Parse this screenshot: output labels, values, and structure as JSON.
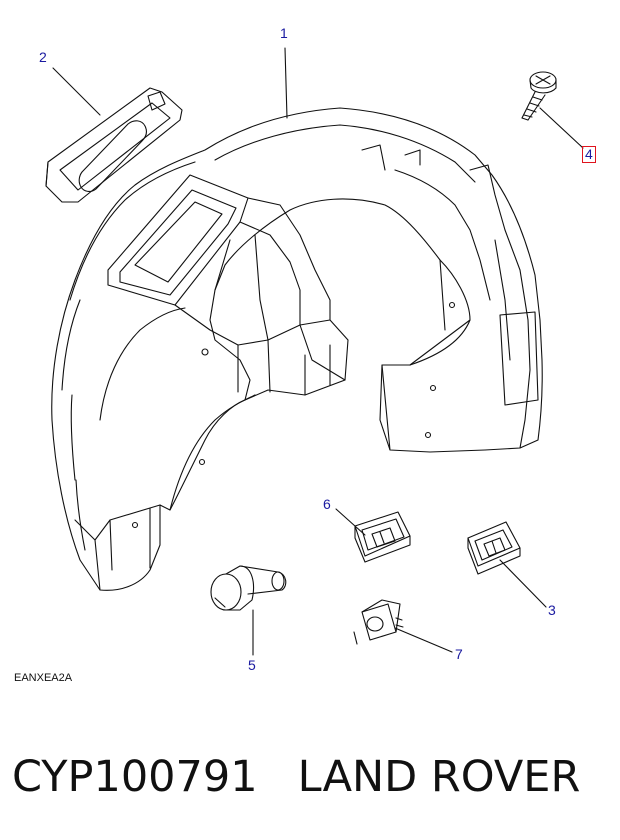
{
  "diagram": {
    "drawing_code": "EANXEA2A",
    "callouts": [
      {
        "id": "1",
        "label": "1",
        "highlighted": false
      },
      {
        "id": "2",
        "label": "2",
        "highlighted": false
      },
      {
        "id": "3",
        "label": "3",
        "highlighted": false
      },
      {
        "id": "4",
        "label": "4",
        "highlighted": true
      },
      {
        "id": "5",
        "label": "5",
        "highlighted": false
      },
      {
        "id": "6",
        "label": "6",
        "highlighted": false
      },
      {
        "id": "7",
        "label": "7",
        "highlighted": false
      }
    ]
  },
  "footer": {
    "part_number": "CYP100791",
    "brand": "LAND ROVER"
  },
  "colors": {
    "callout_text": "#1a1aa0",
    "highlight_border": "#e0141e",
    "line": "#111111"
  }
}
